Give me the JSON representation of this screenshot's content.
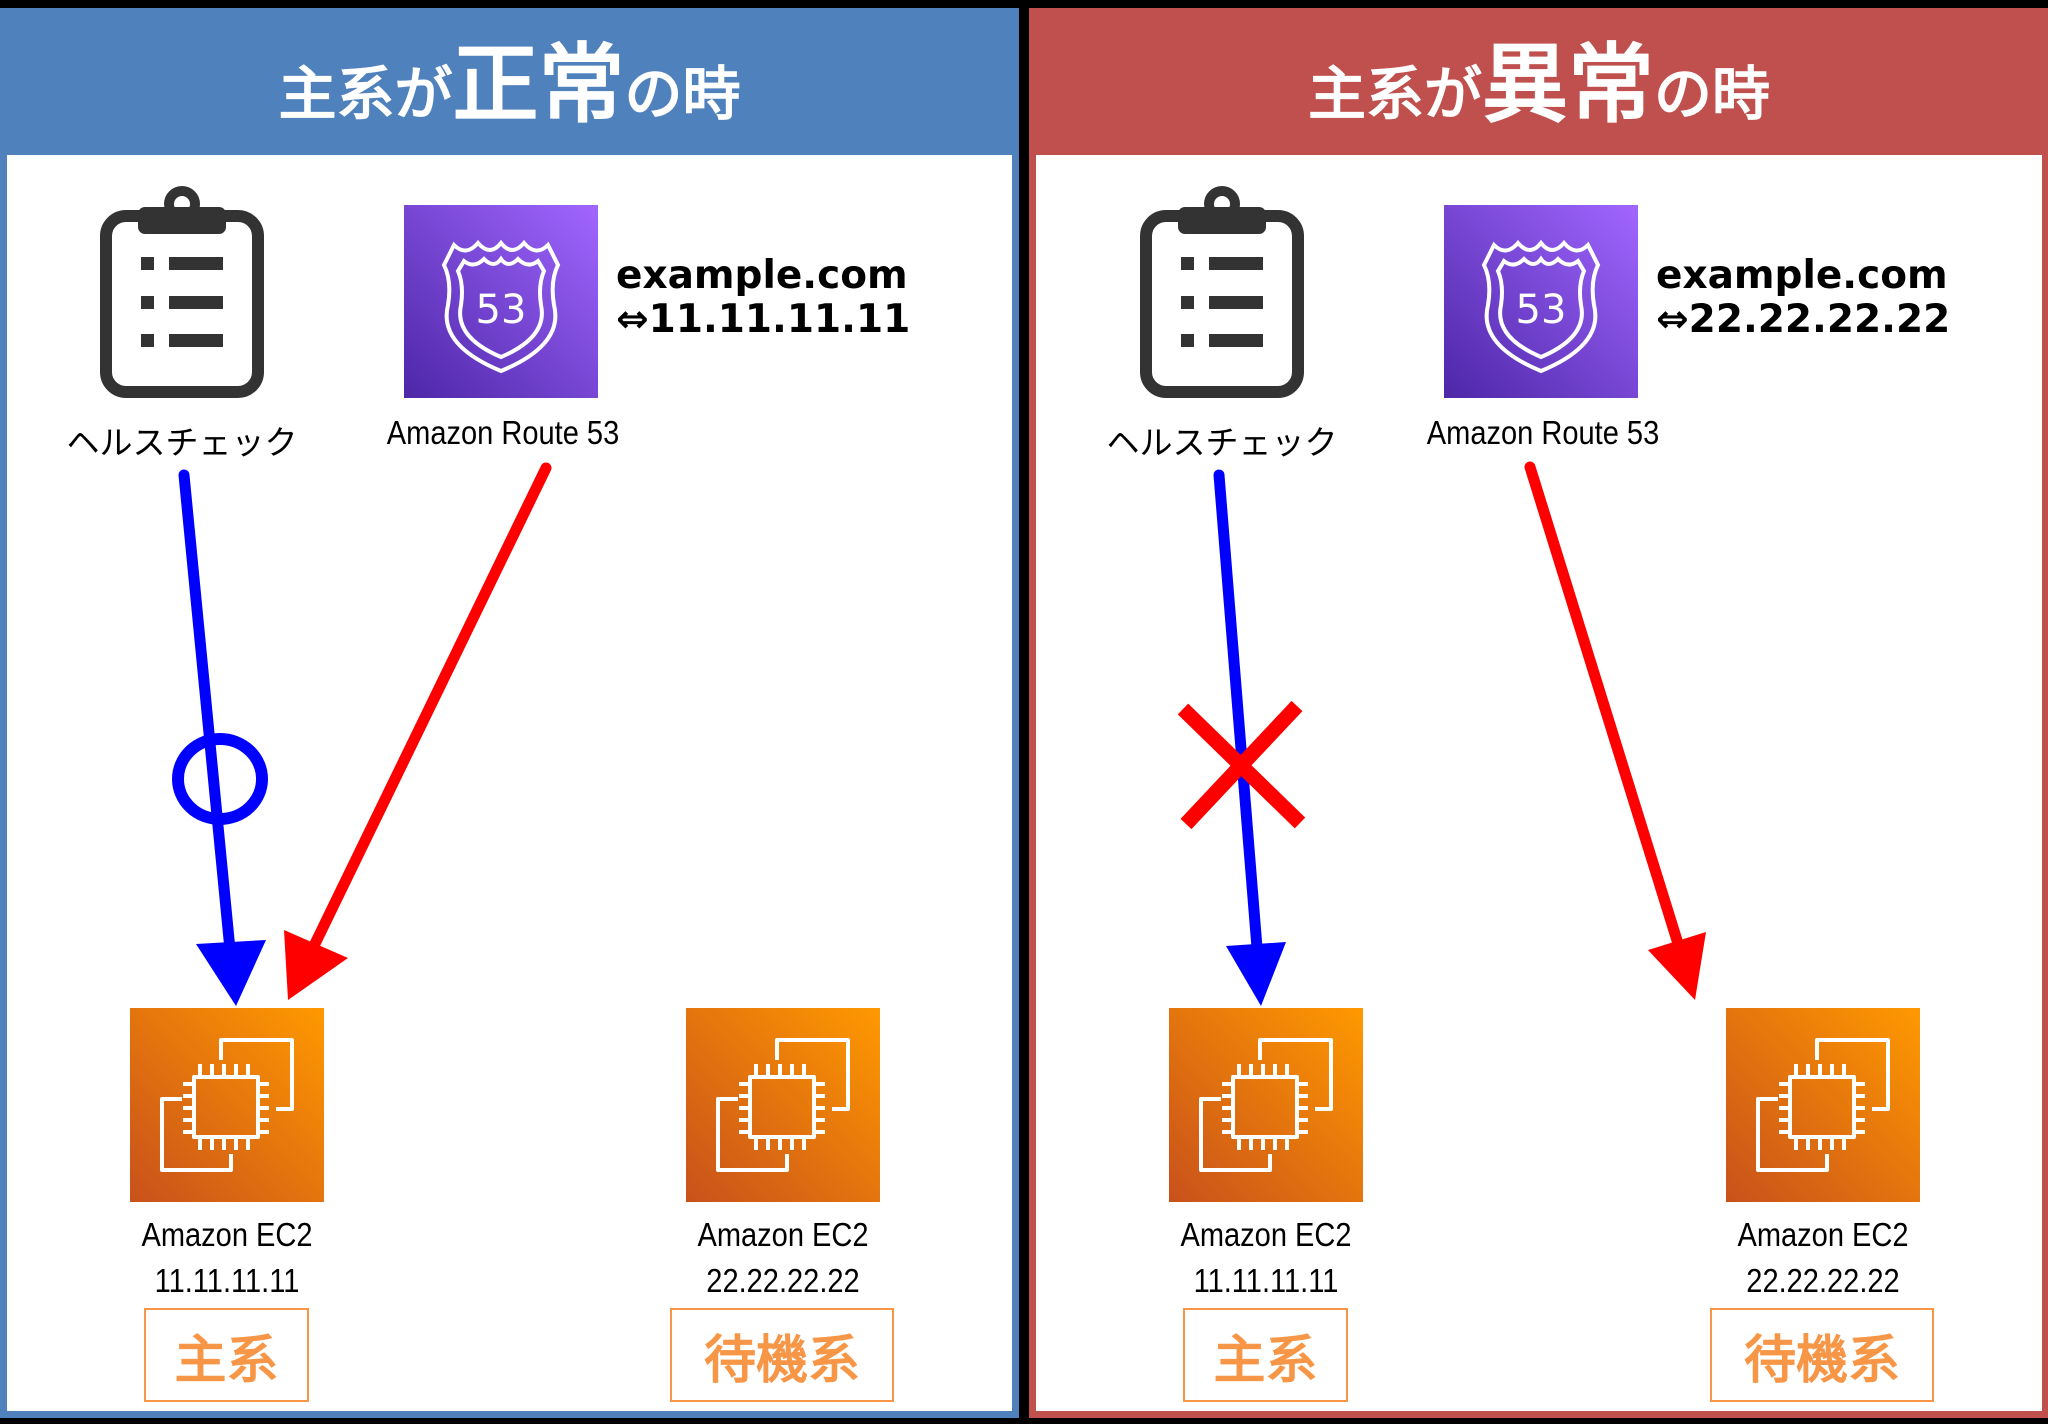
{
  "panels": [
    {
      "id": "normal",
      "title": {
        "part1": "主系が",
        "emphasis": "正常",
        "part2": "の時"
      },
      "header_color": "#4F81BD",
      "health_check": {
        "label": "ヘルスチェック",
        "status_mark": "○"
      },
      "route53": {
        "label": "Amazon Route 53",
        "record_domain": "example.com",
        "record_ip": "⇔11.11.11.11",
        "icon_text": "53"
      },
      "instances": [
        {
          "name": "Amazon EC2",
          "ip": "11.11.11.11",
          "role": "主系"
        },
        {
          "name": "Amazon EC2",
          "ip": "22.22.22.22",
          "role": "待機系"
        }
      ]
    },
    {
      "id": "failure",
      "title": {
        "part1": "主系が",
        "emphasis": "異常",
        "part2": "の時"
      },
      "header_color": "#C0504D",
      "health_check": {
        "label": "ヘルスチェック",
        "status_mark": "×"
      },
      "route53": {
        "label": "Amazon Route 53",
        "record_domain": "example.com",
        "record_ip": "⇔22.22.22.22",
        "icon_text": "53"
      },
      "instances": [
        {
          "name": "Amazon EC2",
          "ip": "11.11.11.11",
          "role": "主系"
        },
        {
          "name": "Amazon EC2",
          "ip": "22.22.22.22",
          "role": "待機系"
        }
      ]
    }
  ],
  "colors": {
    "health_arrow": "#0000FF",
    "dns_arrow": "#FF0000",
    "role_tag": "#F79646",
    "ec2_gradient": [
      "#C8511B",
      "#FF9900"
    ],
    "route53_gradient": [
      "#4D27A8",
      "#A166FF"
    ]
  }
}
